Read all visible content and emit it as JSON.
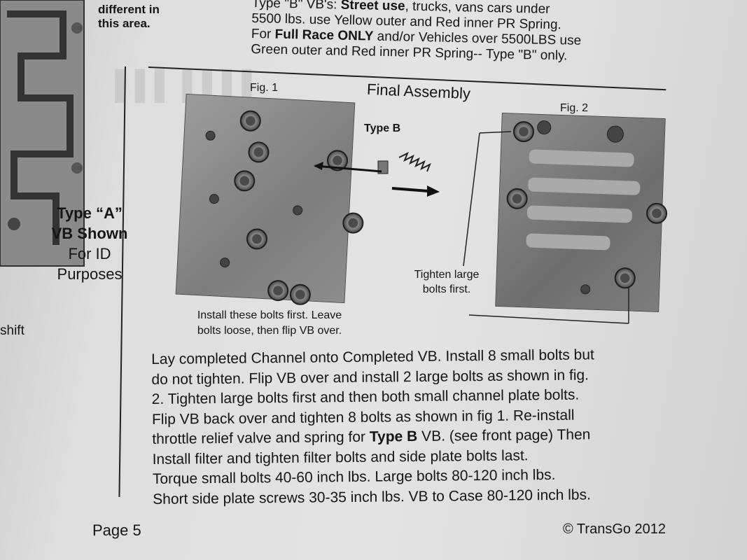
{
  "side_note": {
    "line1": "different in",
    "line2": "this area."
  },
  "intro": {
    "l1a": "Type \"B\" VB's: ",
    "l1b": "Street use",
    "l1c": ", trucks, vans cars under",
    "l2": "5500 lbs. use Yellow outer and Red inner PR Spring.",
    "l3a": "For ",
    "l3b": "Full Race ONLY",
    "l3c": " and/or Vehicles over 5500LBS use",
    "l4": "Green outer and Red inner PR Spring-- Type \"B\" only.",
    "l5": ""
  },
  "type_a": {
    "line1": "Type “A”",
    "line2": "VB Shown",
    "line3": "For ID",
    "line4": "Purposes"
  },
  "fragments": {
    "downshift": "shift"
  },
  "figures": {
    "fig1_label": "Fig. 1",
    "title": "Final Assembly",
    "fig2_label": "Fig. 2",
    "type_b_label": "Type B",
    "fig1_caption_1": "Install these bolts first. Leave",
    "fig1_caption_2": "bolts loose, then flip VB over.",
    "fig2_caption_1": "Tighten large",
    "fig2_caption_2": "bolts first."
  },
  "body": {
    "l1": "Lay completed Channel onto Completed VB. Install 8 small bolts but",
    "l2": "do not tighten.  Flip VB over and install 2 large bolts as shown in fig.",
    "l3": "2. Tighten large bolts first and then both small channel plate bolts.",
    "l4": "Flip VB back over and tighten 8 bolts as shown in fig 1.  Re-install",
    "l5a": "throttle relief valve and spring for ",
    "l5b": "Type B",
    "l5c": " VB. (see front page) Then",
    "l6": "Install filter and tighten filter bolts and side plate bolts last.",
    "l7": "Torque small bolts 40-60 inch lbs. Large bolts 80-120 inch lbs.",
    "l8": "Short side plate screws 30-35 inch lbs.  VB to Case 80-120 inch lbs."
  },
  "footer": {
    "page": "Page 5",
    "copyright": "© TransGo 2012"
  }
}
